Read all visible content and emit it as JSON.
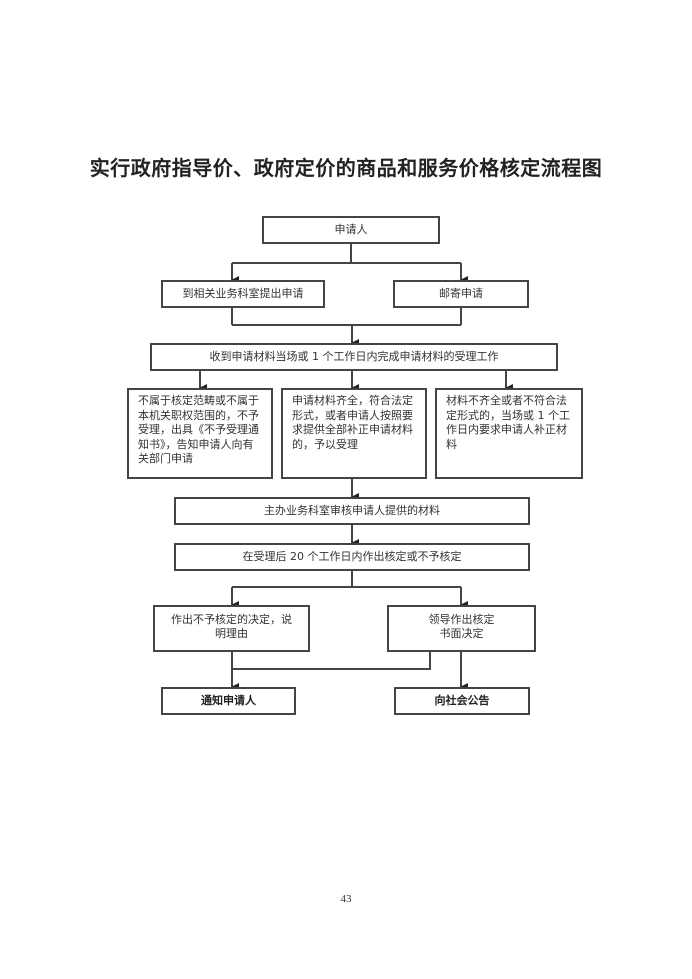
{
  "title": "实行政府指导价、政府定价的商品和服务价格核定流程图",
  "flowchart": {
    "nodes": {
      "applicant": "申请人",
      "apply_in_person": "到相关业务科室提出申请",
      "apply_by_mail": "邮寄申请",
      "receive_materials": "收到申请材料当场或 1 个工作日内完成申请材料的受理工作",
      "not_accepted": "不属于核定范畴或不属于本机关职权范围的，不予受理，出具《不予受理通知书》，告知申请人向有关部门申请",
      "accepted": "申请材料齐全，符合法定形式，或者申请人按照要求提供全部补正申请材料的，予以受理",
      "incomplete": "材料不齐全或者不符合法定形式的，当场或 1 个工作日内要求申请人补正材料",
      "review": "主办业务科室审核申请人提供的材料",
      "decide_within": "在受理后 20 个工作日内作出核定或不予核定",
      "reject_decision": "作出不予核定的决定，说\n明理由",
      "approve_decision": "领导作出核定\n书面决定",
      "notify_applicant": "通知申请人",
      "public_announcement": "向社会公告"
    },
    "edges": [
      {
        "from": "applicant",
        "to": "apply_in_person"
      },
      {
        "from": "applicant",
        "to": "apply_by_mail"
      },
      {
        "from": "apply_in_person",
        "to": "receive_materials"
      },
      {
        "from": "apply_by_mail",
        "to": "receive_materials"
      },
      {
        "from": "receive_materials",
        "to": "not_accepted"
      },
      {
        "from": "receive_materials",
        "to": "accepted"
      },
      {
        "from": "receive_materials",
        "to": "incomplete"
      },
      {
        "from": "accepted",
        "to": "review"
      },
      {
        "from": "review",
        "to": "decide_within"
      },
      {
        "from": "decide_within",
        "to": "reject_decision"
      },
      {
        "from": "decide_within",
        "to": "approve_decision"
      },
      {
        "from": "reject_decision",
        "to": "notify_applicant"
      },
      {
        "from": "approve_decision",
        "to": "notify_applicant"
      },
      {
        "from": "approve_decision",
        "to": "public_announcement"
      }
    ]
  },
  "page_number": "43"
}
